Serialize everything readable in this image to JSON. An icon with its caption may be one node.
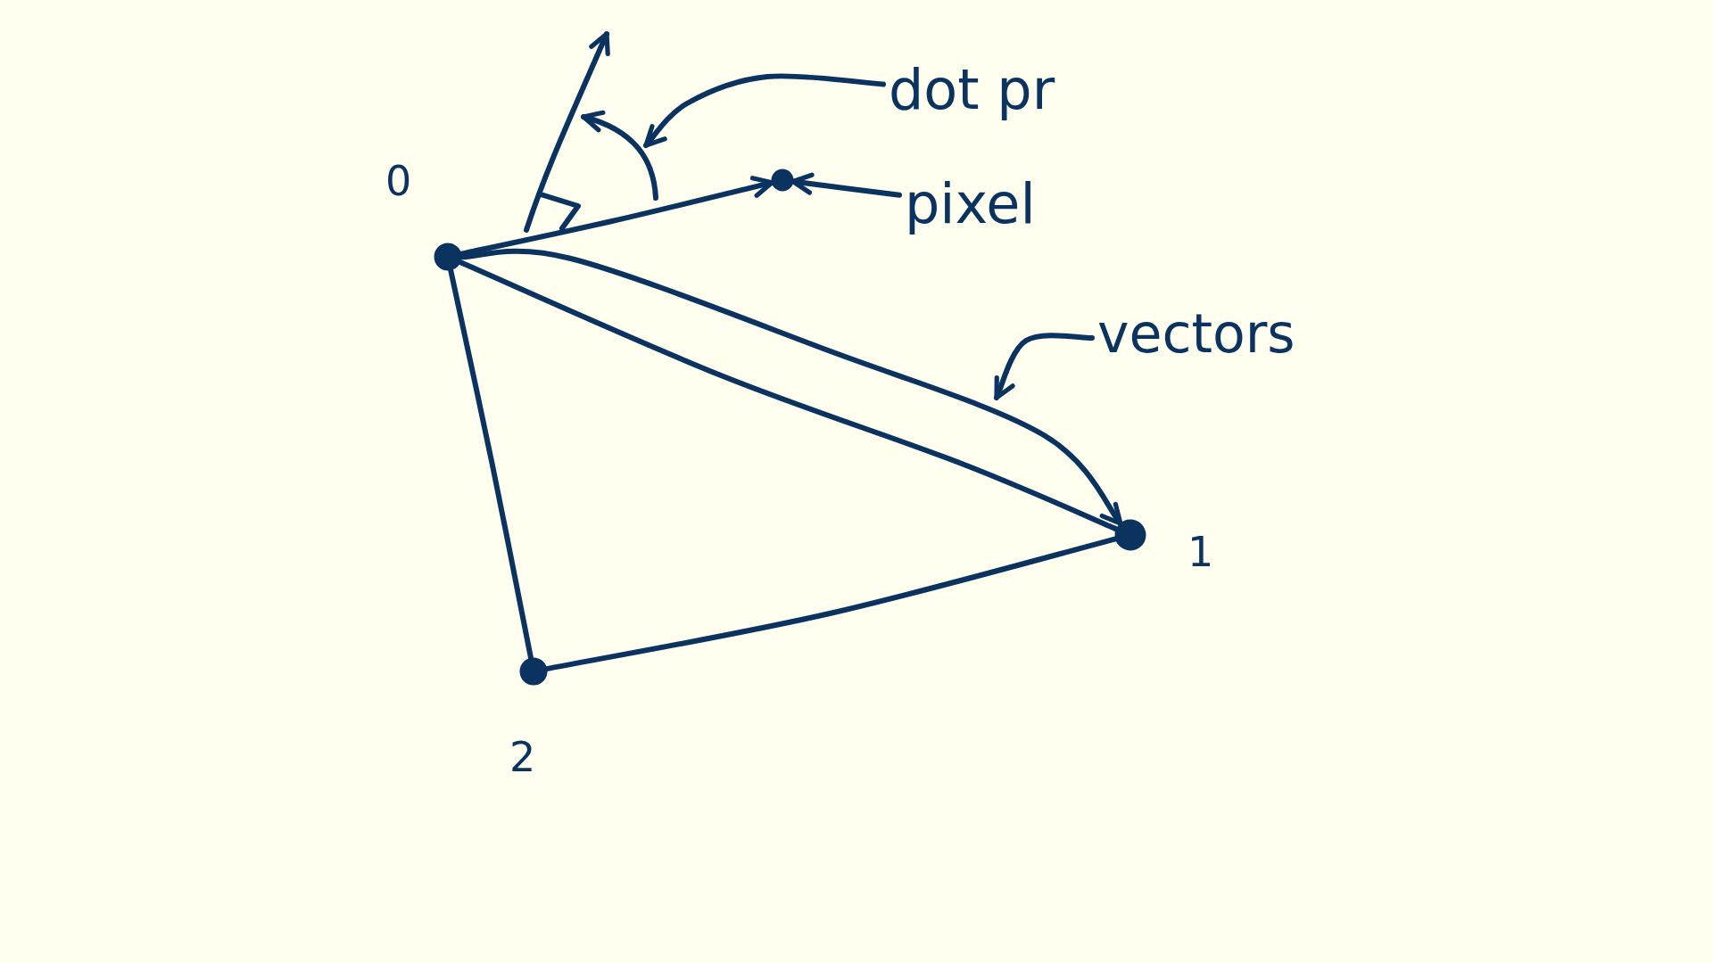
{
  "diagram": {
    "nodes": [
      {
        "text": [
          "dot pr"
        ]
      },
      {
        "text": [],
        "shape": "arc"
      },
      {
        "text": [],
        "shape": "circle",
        "beside": [
          "0"
        ]
      },
      {
        "text": [],
        "shape": "circle"
      },
      {
        "text": [
          "pixel"
        ]
      },
      {
        "text": [
          "vectors"
        ]
      },
      {
        "text": [],
        "shape": "circle",
        "beside": [
          "1"
        ]
      },
      {
        "text": [],
        "shape": "circle",
        "beside": [
          "2"
        ]
      }
    ],
    "edges": [
      {
        "from": 0,
        "to": 1,
        "arrow": "to"
      },
      {
        "from": 2,
        "to": 3,
        "arrow": "to"
      },
      {
        "from": 4,
        "to": 3,
        "arrow": "to"
      },
      {
        "from": 2,
        "to": 6,
        "arrow": "to"
      },
      {
        "from": 5,
        "to": null,
        "arrow": "to"
      },
      {
        "from": 2,
        "to": 6,
        "arrow": "none"
      },
      {
        "from": 6,
        "to": 7,
        "arrow": "none"
      },
      {
        "from": 7,
        "to": 2,
        "arrow": "none"
      }
    ]
  }
}
